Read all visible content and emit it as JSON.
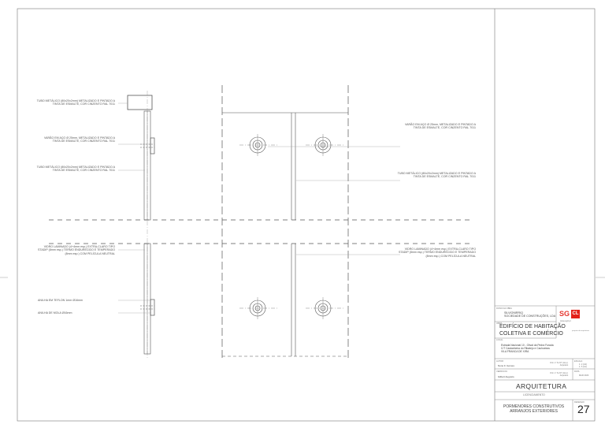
{
  "notes_left": [
    "TUBO METÁLICO (80x20x2mm) METALIZADO E PINTADO A\nTINTA DE ESMALTE, COR CINZENTO RAL 7011",
    "VARÃO EM AÇO Ø 25mm, METALIZADO E PINTADO A\nTINTA DE ESMALTE, COR CINZENTO RAL 7011",
    "TUBO METÁLICO (80x20x2mm) METALIZADO E PINTADO A\nTINTA DE ESMALTE, COR CINZENTO RAL 7011",
    "VIDRO LAMINADO (4+4mm esp.) EXTRA-CLARO TIPO\nSTADIP (8mm esp.) TERMO ENDURECIDO E TEMPERADO\n(8mm esp.) COM PELÍCULA NEUTRAL",
    "ANILHA EM TEFLON 1mm Ø16mm",
    "ANILHA DE MOLA Ø16mm"
  ],
  "notes_right": [
    "VARÃO EM AÇO Ø 25mm, METALIZADO E PINTADO A\nTINTA DE ESMALTE, COR CINZENTO RAL 7011",
    "TUBO METÁLICO (80x20x2mm) METALIZADO E PINTADO A\nTINTA DE ESMALTE, COR CINZENTO RAL 7011",
    "VIDRO LAMINADO (4+4mm esp.) EXTRA-CLARO TIPO\nSTADIP (8mm esp.) TERMO ENDURECIDO E TEMPERADO\n(8mm esp.) COM PELÍCULA NEUTRAL"
  ],
  "title_block": {
    "owner_label": "DONO DA OBRA",
    "owner": "SILVIONIRRIQ\nSOCIEDADE DE CONSTRUÇÕES, LDA",
    "project_label": "OBRA",
    "project": "EDIFÍCIO DE HABITAÇÃO\nCOLETIVA E COMÉRCIO",
    "location_label": "LOCAL",
    "location": "Estrada Nacional 10 - Olival da Pedra Furada\nC/T Castanheira do Ribatejo e Cachoeiras\nVILA FRANCA DE XIRA",
    "author_label": "AUTOR",
    "author": "Nuno F. Gomes",
    "author_ref": "Ord. nº 6.217 (Anp.)\nArquiteto",
    "check_label": "VERIFICOU",
    "check": "Gilbert Augusto",
    "check_ref": "Ord. nº 6.217 (Anp.)\nArquiteto",
    "scale_label": "ESCALA",
    "scale": "1: 2 (A3)\n1: 5 (A1)",
    "date_label": "DATA",
    "date": "MAR 2023",
    "discipline": "ARQUITETURA",
    "phase": "LICENCIAMENTO",
    "drawing_title": "PORMENORES CONSTRUTIVOS\nARRANJOS EXTERIORES",
    "sheet_number_label": "DESENHO",
    "sheet_number": "27",
    "logo_text": "SG",
    "logo_box": "CL",
    "logo_url": "www.sgcl.pt",
    "logo_caption": "projetos de arquitetura"
  },
  "colors": {
    "line": "#555555",
    "accent": "#e32119"
  }
}
